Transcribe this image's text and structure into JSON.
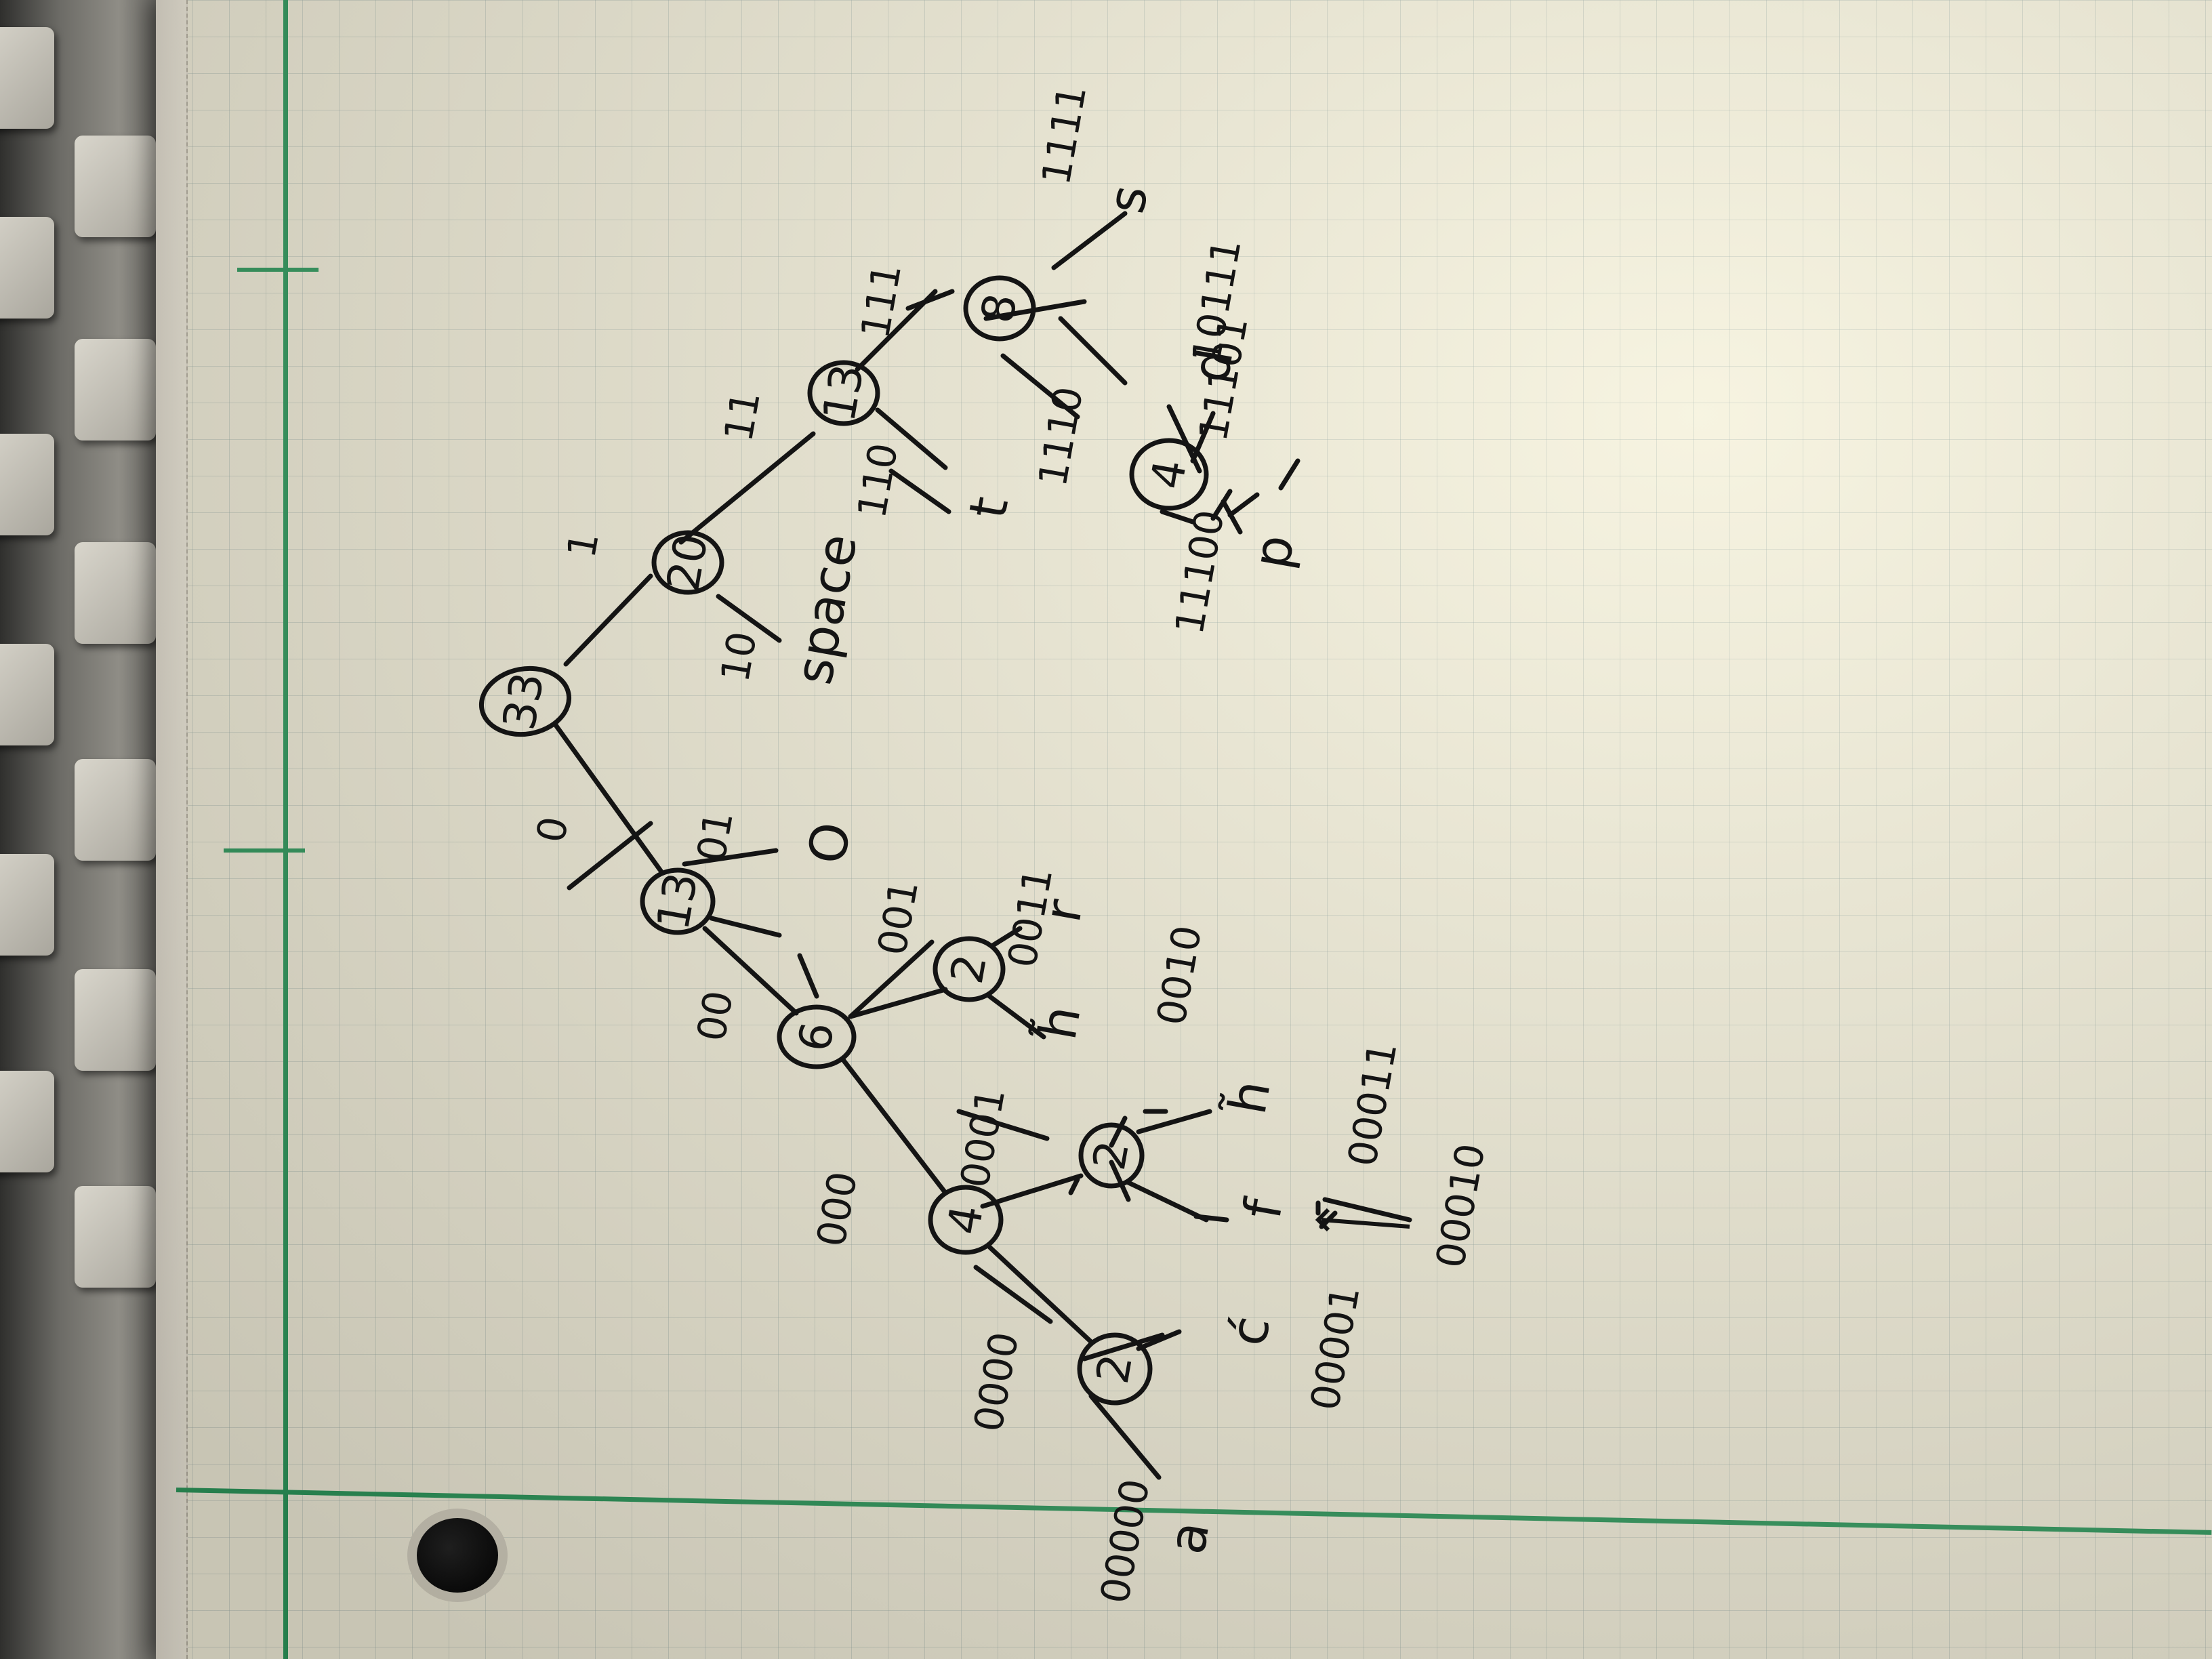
{
  "tree": {
    "nodes": [
      {
        "id": "root",
        "label": "33"
      },
      {
        "id": "n13a",
        "label": "13"
      },
      {
        "id": "n20",
        "label": "20"
      },
      {
        "id": "n6",
        "label": "6"
      },
      {
        "id": "n13b",
        "label": "13"
      },
      {
        "id": "n4a",
        "label": "4"
      },
      {
        "id": "n2a",
        "label": "2"
      },
      {
        "id": "n8",
        "label": "8"
      },
      {
        "id": "n2b",
        "label": "2"
      },
      {
        "id": "n2c",
        "label": "2"
      },
      {
        "id": "n4b",
        "label": "4"
      }
    ],
    "leaves": [
      {
        "id": "leaf-o",
        "label": "O"
      },
      {
        "id": "leaf-space",
        "label": "space"
      },
      {
        "id": "leaf-t",
        "label": "t"
      },
      {
        "id": "leaf-s",
        "label": "s"
      },
      {
        "id": "leaf-r",
        "label": "r"
      },
      {
        "id": "leaf-hu",
        "label": "h̃"
      },
      {
        "id": "leaf-hv",
        "label": "h̃"
      },
      {
        "id": "leaf-f",
        "label": "f"
      },
      {
        "id": "leaf-c",
        "label": "ć"
      },
      {
        "id": "leaf-a",
        "label": "a"
      },
      {
        "id": "leaf-d",
        "label": "d"
      },
      {
        "id": "leaf-p",
        "label": "p"
      }
    ],
    "codes": [
      "0",
      "1",
      "01",
      "10",
      "11",
      "00",
      "110",
      "111",
      "1111",
      "001",
      "0011",
      "0010",
      "000",
      "0001",
      "00011",
      "00010",
      "0000",
      "00001",
      "00000",
      "1110",
      "10111",
      "11101",
      "11100"
    ]
  }
}
